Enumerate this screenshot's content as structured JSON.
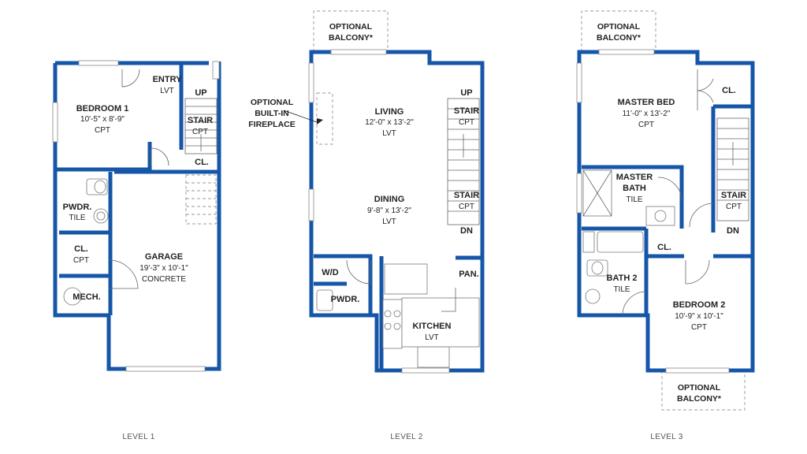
{
  "level1": {
    "label": "LEVEL 1",
    "bedroom1": {
      "name": "BEDROOM 1",
      "dims": "10'-5\" x 8'-9\"",
      "floor": "CPT"
    },
    "entry": {
      "name": "ENTRY",
      "floor": "LVT"
    },
    "up": "UP",
    "stair": {
      "name": "STAIR",
      "floor": "CPT"
    },
    "closet_stair": "CL.",
    "pwdr": {
      "name": "PWDR.",
      "floor": "TILE"
    },
    "closet": {
      "name": "CL.",
      "floor": "CPT"
    },
    "mech": "MECH.",
    "garage": {
      "name": "GARAGE",
      "dims": "19'-3\" x 10'-1\"",
      "floor": "CONCRETE"
    }
  },
  "level2": {
    "label": "LEVEL 2",
    "balcony": {
      "line1": "OPTIONAL",
      "line2": "BALCONY*"
    },
    "fireplace": {
      "line1": "OPTIONAL",
      "line2": "BUILT-IN",
      "line3": "FIREPLACE"
    },
    "living": {
      "name": "LIVING",
      "dims": "12'-0\" x 13'-2\"",
      "floor": "LVT"
    },
    "dining": {
      "name": "DINING",
      "dims": "9'-8\" x 13'-2\"",
      "floor": "LVT"
    },
    "up": "UP",
    "stair_upper": {
      "name": "STAIR",
      "floor": "CPT"
    },
    "stair_lower": {
      "name": "STAIR",
      "floor": "CPT"
    },
    "dn": "DN",
    "wd": "W/D",
    "pwdr": "PWDR.",
    "pan": "PAN.",
    "kitchen": {
      "name": "KITCHEN",
      "floor": "LVT"
    }
  },
  "level3": {
    "label": "LEVEL 3",
    "balcony_top": {
      "line1": "OPTIONAL",
      "line2": "BALCONY*"
    },
    "balcony_bottom": {
      "line1": "OPTIONAL",
      "line2": "BALCONY*"
    },
    "master_bed": {
      "name": "MASTER BED",
      "dims": "11'-0\" x 13'-2\"",
      "floor": "CPT"
    },
    "closet_master": "CL.",
    "master_bath": {
      "line1": "MASTER",
      "line2": "BATH",
      "floor": "TILE"
    },
    "stair": {
      "name": "STAIR",
      "floor": "CPT"
    },
    "dn": "DN",
    "closet_hall": "CL.",
    "bath2": {
      "name": "BATH 2",
      "floor": "TILE"
    },
    "bedroom2": {
      "name": "BEDROOM 2",
      "dims": "10'-9\" x 10'-1\"",
      "floor": "CPT"
    }
  },
  "colors": {
    "wall": "#1656a8",
    "wall_edge": "#111111",
    "text": "#222222",
    "level_label": "#555555"
  }
}
